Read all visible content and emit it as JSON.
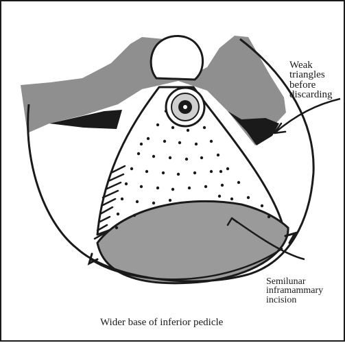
{
  "annotations": {
    "weak_triangles": [
      "Weak",
      "triangles",
      "before",
      "discarding"
    ],
    "semilunar_incision": [
      "Semilunar",
      "inframammary",
      "incision"
    ],
    "pedicle_caption": "Wider base of inferior pedicle"
  },
  "colors": {
    "ink": "#1a1a1a",
    "upper_shading": "#8f8f8f",
    "lower_shading": "#9a9a9a",
    "background": "#ffffff"
  }
}
